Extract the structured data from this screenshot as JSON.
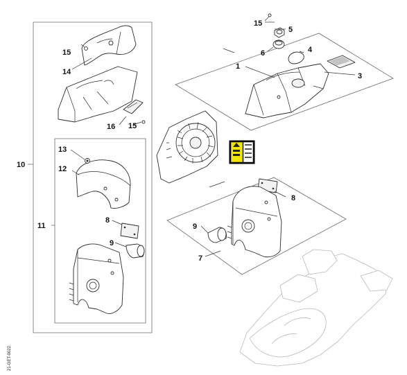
{
  "labels": {
    "l1": "1",
    "l3": "3",
    "l4": "4",
    "l5": "5",
    "l6": "6",
    "l15a": "15",
    "l15b": "15",
    "l15c": "15",
    "l14": "14",
    "l16": "16",
    "l10": "10",
    "l11": "11",
    "l12": "12",
    "l13": "13",
    "l8a": "8",
    "l9a": "9",
    "l8b": "8",
    "l9b": "9",
    "l7": "7"
  },
  "footer": {
    "code": "21-GET-0022"
  },
  "colors": {
    "highlight": "#f2e600",
    "line": "#2a2a2a",
    "ghost": "#b8b8b8"
  }
}
